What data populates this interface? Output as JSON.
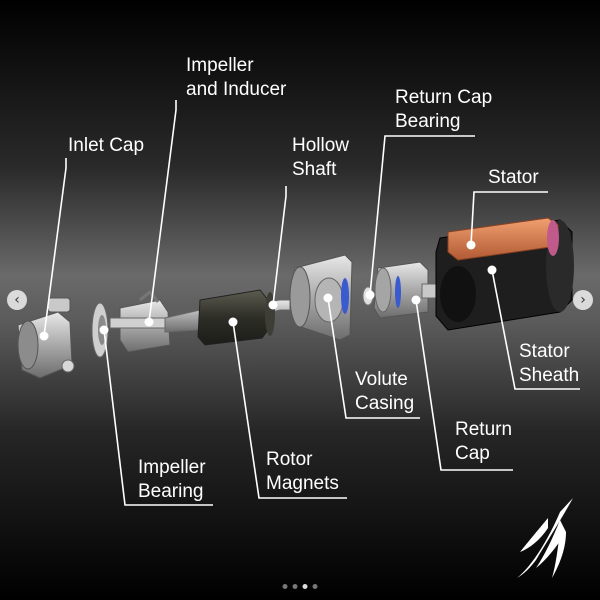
{
  "labels": {
    "impeller": [
      "Impeller",
      "and Inducer"
    ],
    "return_cap_bearing": [
      "Return Cap",
      "Bearing"
    ],
    "inlet_cap": "Inlet Cap",
    "hollow_shaft": [
      "Hollow",
      "Shaft"
    ],
    "stator": "Stator",
    "stator_sheath": [
      "Stator",
      "Sheath"
    ],
    "volute_casing": [
      "Volute",
      "Casing"
    ],
    "return_cap": [
      "Return",
      "Cap"
    ],
    "impeller_bearing": [
      "Impeller",
      "Bearing"
    ],
    "rotor_magnets": [
      "Rotor",
      "Magnets"
    ]
  },
  "carousel": {
    "prev_icon": "‹",
    "next_icon": "›",
    "dot_count": 4,
    "active_index": 2
  },
  "colors": {
    "leader": "#ffffff",
    "copper": "#d07a4a",
    "metal": "#b9b9b9",
    "accent_blue": "#3a5ad0"
  }
}
